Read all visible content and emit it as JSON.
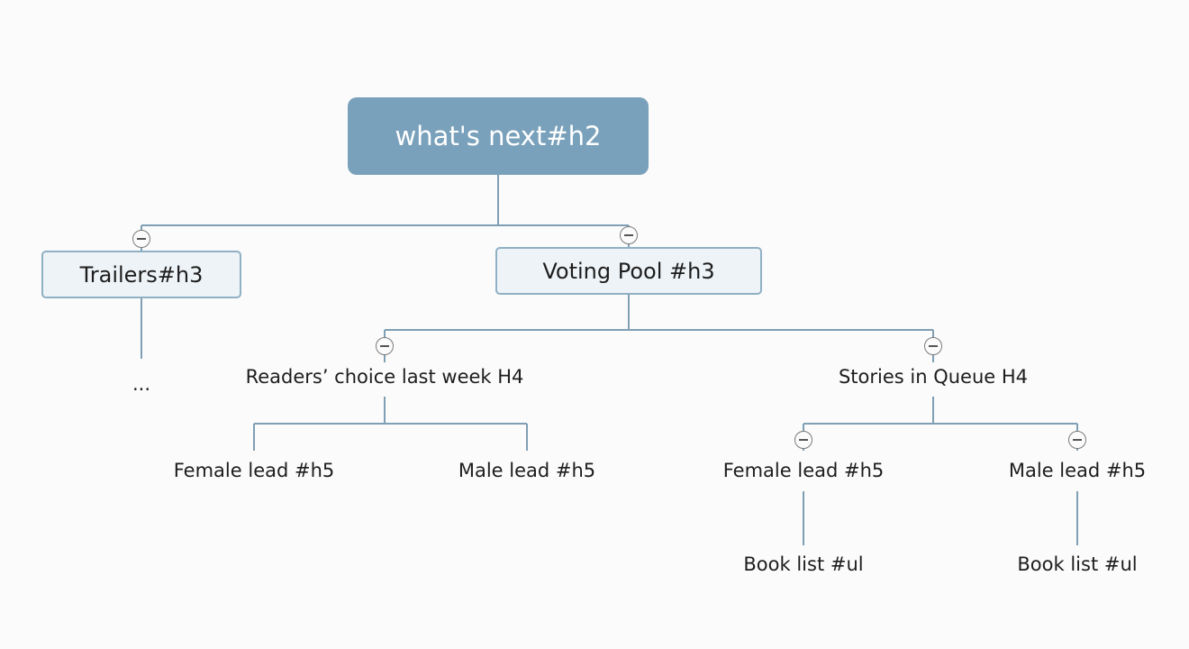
{
  "colors": {
    "root_fill": "#7aa1bb",
    "box_fill": "#eef3f7",
    "box_border": "#90b0c4",
    "connector": "#7f9fb4",
    "toggle_border": "#7b7b7b"
  },
  "nodes": {
    "root": "what's next#h2",
    "trailers": "Trailers#h3",
    "trailers_child": "...",
    "voting_pool": "Voting Pool #h3",
    "readers_choice": "Readers’ choice last week H4",
    "rc_female": "Female lead #h5",
    "rc_male": "Male lead #h5",
    "stories_queue": "Stories in Queue H4",
    "sq_female": "Female lead #h5",
    "sq_male": "Male lead #h5",
    "sq_female_books": "Book list #ul",
    "sq_male_books": "Book list #ul"
  },
  "icons": {
    "collapse_toggle": "minus-circle-icon"
  }
}
